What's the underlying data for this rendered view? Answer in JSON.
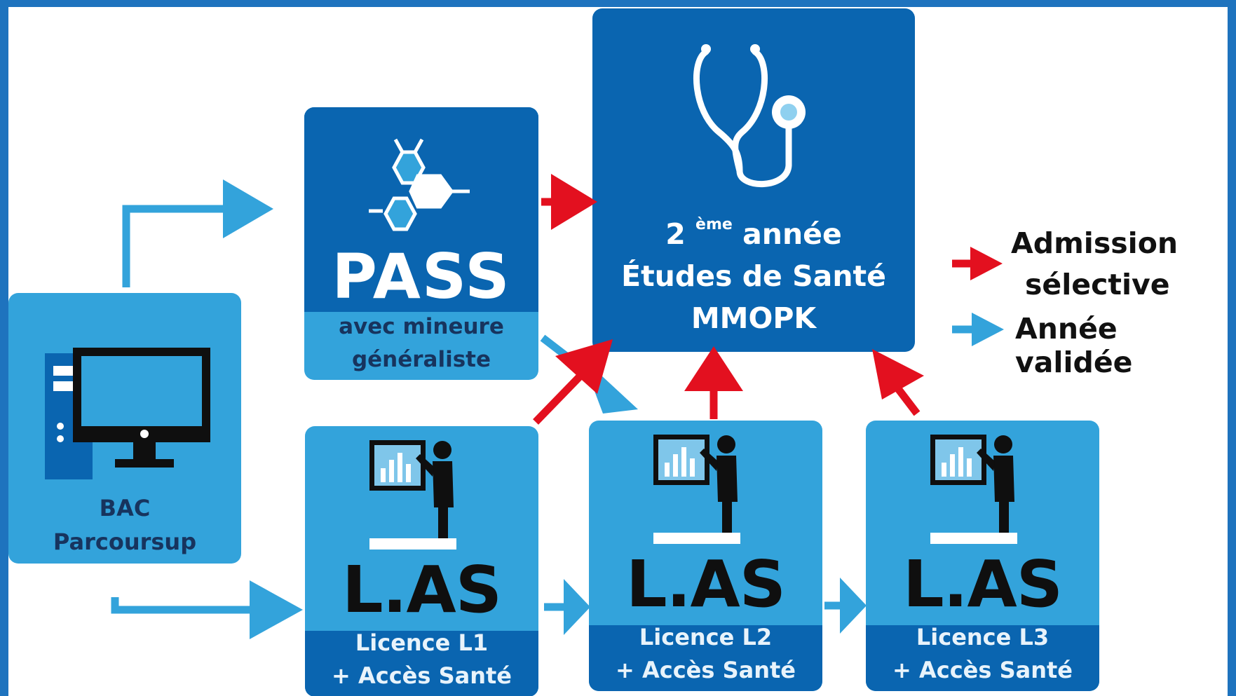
{
  "colors": {
    "dark_blue": "#0a65b0",
    "light_blue": "#33a3db",
    "admission_arrow": "#e3101f",
    "validated_arrow": "#33a3db",
    "frame": "#1e73be"
  },
  "bac": {
    "icon": "computer-icon",
    "line1": "BAC",
    "line2": "Parcoursup"
  },
  "pass": {
    "icon": "molecule-icon",
    "title": "PASS",
    "subtitle_line1": "avec mineure",
    "subtitle_line2": "généraliste"
  },
  "etudes": {
    "icon": "stethoscope-icon",
    "line1_number": "2",
    "line1_sup": "ème",
    "line1_word": "année",
    "line2": "Études de Santé",
    "line3": "MMOPK"
  },
  "las": [
    {
      "icon": "teacher-board-icon",
      "title": "L.AS",
      "line1": "Licence L1",
      "line2": "+ Accès Santé"
    },
    {
      "icon": "teacher-board-icon",
      "title": "L.AS",
      "line1": "Licence L2",
      "line2": "+ Accès Santé"
    },
    {
      "icon": "teacher-board-icon",
      "title": "L.AS",
      "line1": "Licence L3",
      "line2": "+ Accès Santé"
    }
  ],
  "legend": {
    "admission_line1": "Admission",
    "admission_line2": "sélective",
    "validated": "Année validée"
  }
}
